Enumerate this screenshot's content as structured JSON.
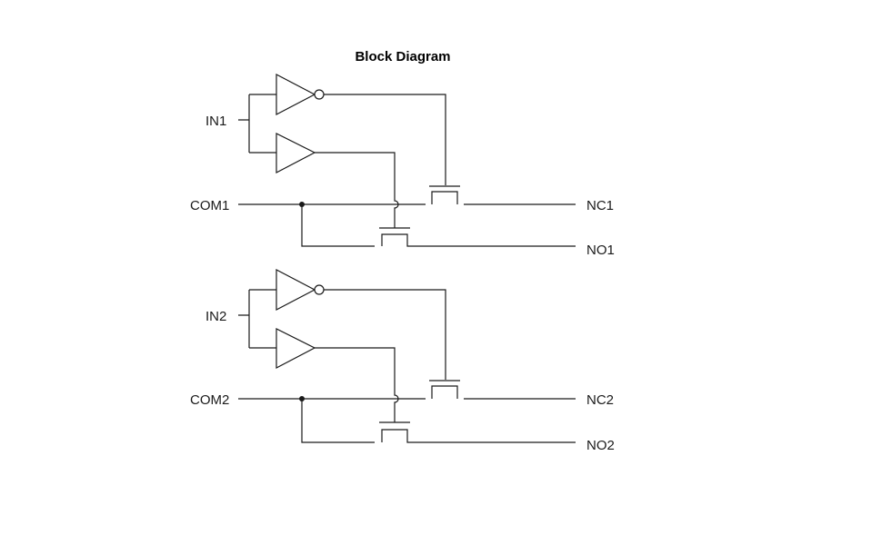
{
  "title": "Block Diagram",
  "colors": {
    "line": "#1a1a1a",
    "background": "#ffffff"
  },
  "channels": [
    {
      "input": "IN1",
      "common": "COM1",
      "normally_closed": "NC1",
      "normally_open": "NO1"
    },
    {
      "input": "IN2",
      "common": "COM2",
      "normally_closed": "NC2",
      "normally_open": "NO2"
    }
  ]
}
